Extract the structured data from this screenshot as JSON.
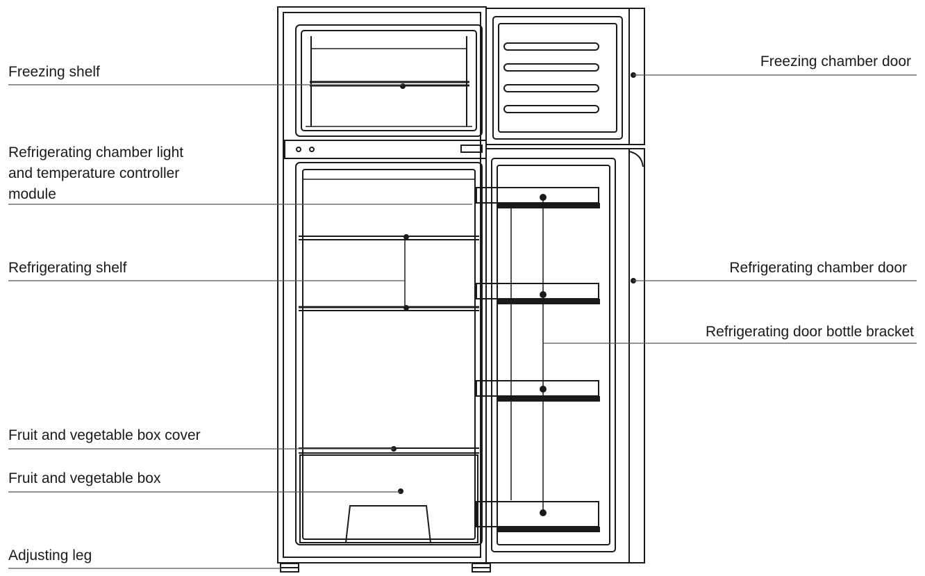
{
  "labels": {
    "freezing_shelf": "Freezing shelf",
    "light_module_line1": "Refrigerating chamber light",
    "light_module_line2": "and temperature controller",
    "light_module_line3": "module",
    "refrigerating_shelf": "Refrigerating shelf",
    "fruit_box_cover": "Fruit and vegetable box cover",
    "fruit_box": "Fruit and vegetable box",
    "adjusting_leg": "Adjusting leg",
    "freezing_door": "Freezing chamber door",
    "refrigerating_door": "Refrigerating chamber door",
    "bottle_bracket": "Refrigerating door bottle bracket"
  }
}
